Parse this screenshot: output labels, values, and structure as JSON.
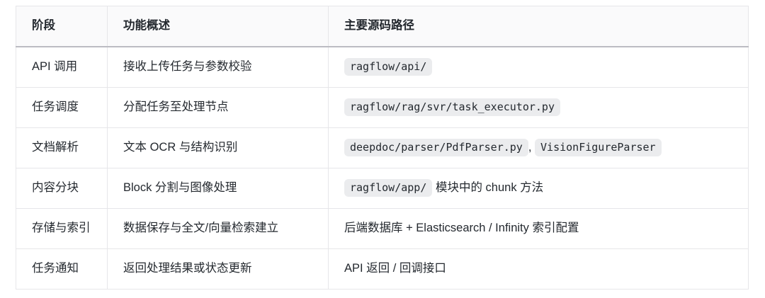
{
  "table": {
    "name": "ragflow-pipeline-source-table",
    "columns": [
      {
        "label": "阶段"
      },
      {
        "label": "功能概述"
      },
      {
        "label": "主要源码路径"
      }
    ],
    "rows": [
      {
        "stage": "API 调用",
        "summary": "接收上传任务与参数校验",
        "path": [
          {
            "type": "code",
            "text": "ragflow/api/"
          }
        ]
      },
      {
        "stage": "任务调度",
        "summary": "分配任务至处理节点",
        "path": [
          {
            "type": "code",
            "text": "ragflow/rag/svr/task_executor.py"
          }
        ]
      },
      {
        "stage": "文档解析",
        "summary": "文本 OCR 与结构识别",
        "path": [
          {
            "type": "code",
            "text": "deepdoc/parser/PdfParser.py"
          },
          {
            "type": "text",
            "text": ", "
          },
          {
            "type": "code",
            "text": "VisionFigureParser"
          }
        ]
      },
      {
        "stage": "内容分块",
        "summary": "Block 分割与图像处理",
        "path": [
          {
            "type": "code",
            "text": "ragflow/app/"
          },
          {
            "type": "text",
            "text": " 模块中的 chunk 方法"
          }
        ]
      },
      {
        "stage": "存储与索引",
        "summary": "数据保存与全文/向量检索建立",
        "path": [
          {
            "type": "text",
            "text": "后端数据库 + Elasticsearch / Infinity 索引配置"
          }
        ]
      },
      {
        "stage": "任务通知",
        "summary": "返回处理结果或状态更新",
        "path": [
          {
            "type": "text",
            "text": "API 返回 / 回调接口"
          }
        ]
      }
    ],
    "colors": {
      "header_bg": "#fafafb",
      "cell_border": "#e6e6e9",
      "header_bottom_border": "#bcbcc2",
      "code_chip_bg": "#ebecee",
      "text": "#24292f"
    }
  }
}
